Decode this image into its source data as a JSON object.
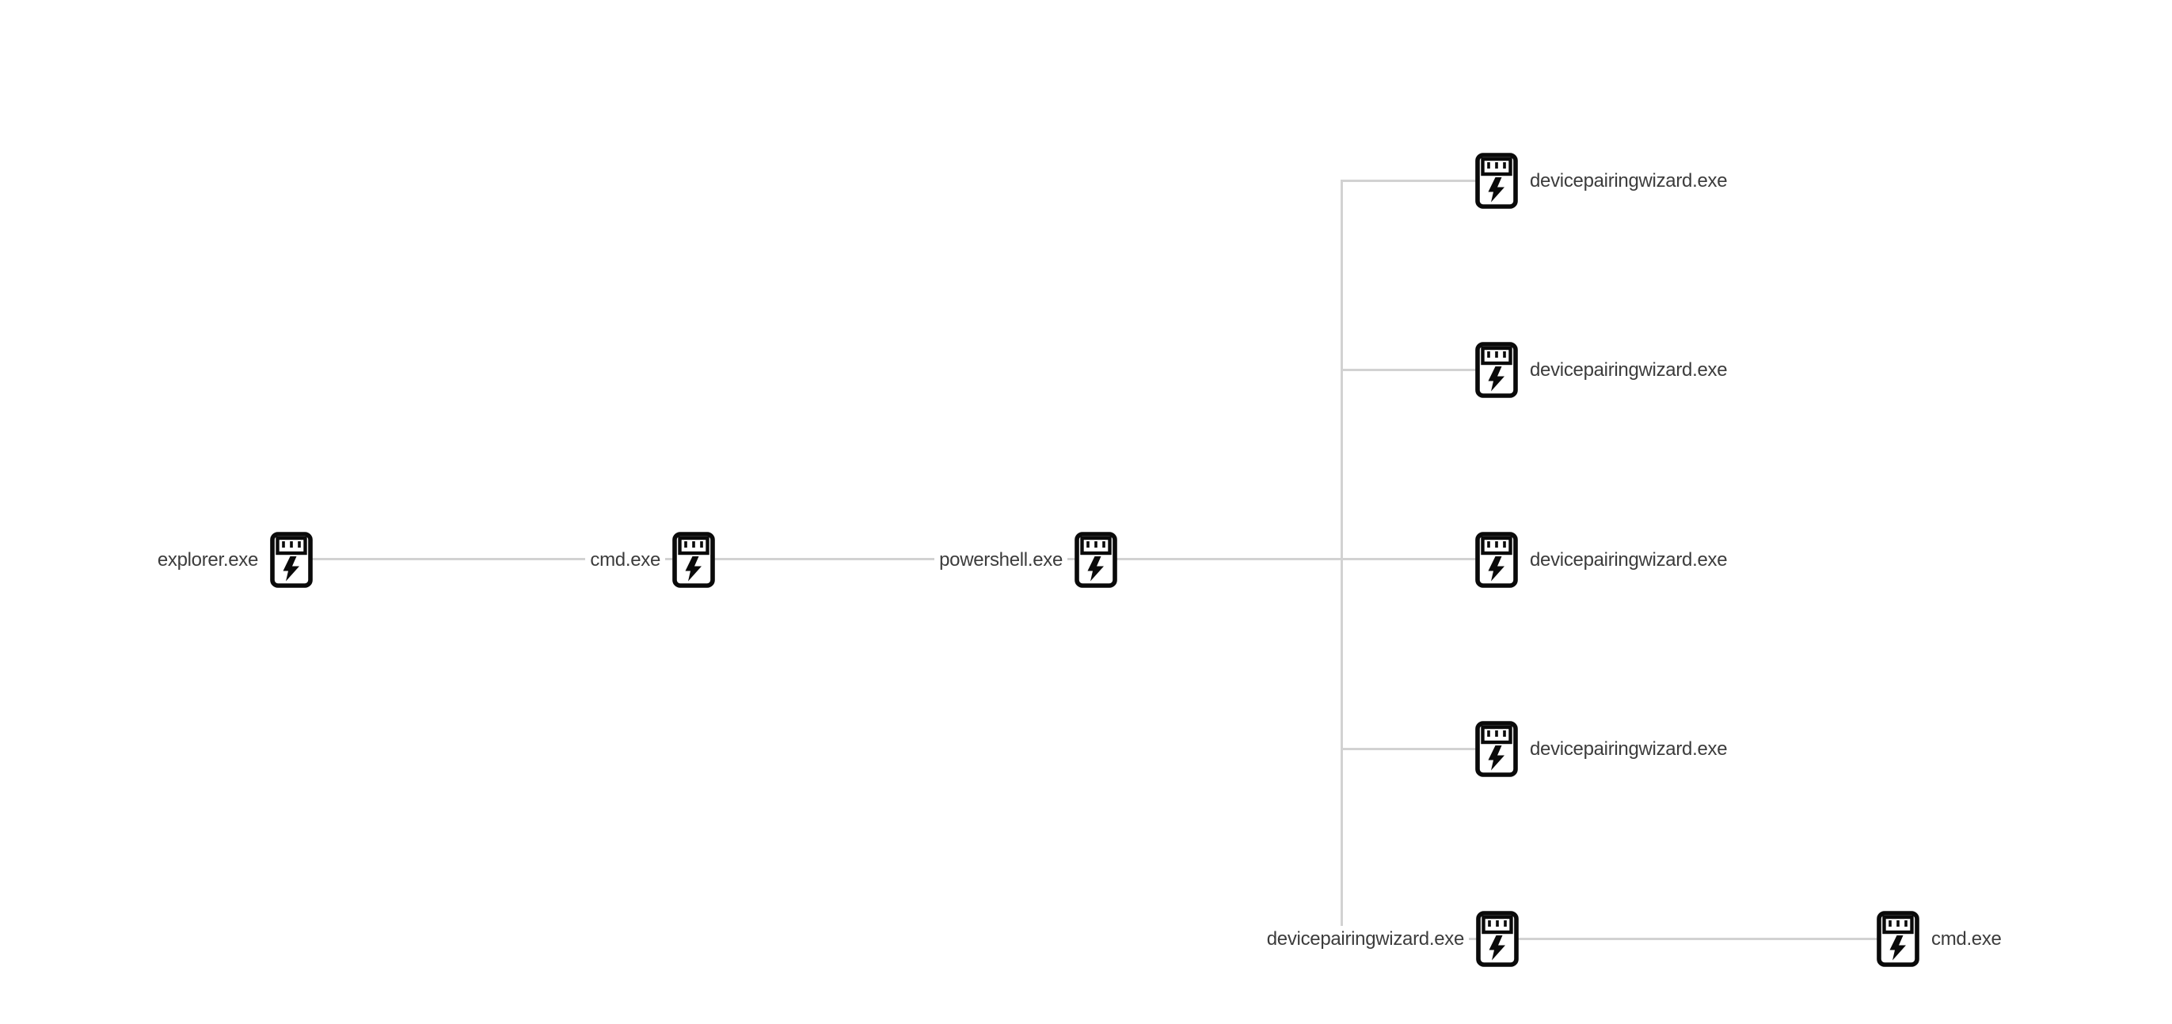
{
  "theme": {
    "edge-color": "#d2d2d2",
    "text-color": "#3c3c3c",
    "icon-color": "#0a0a0a",
    "bg-color": "#ffffff"
  },
  "tree": {
    "type": "process-tree",
    "icon_glyph": "executable-lightning-chip",
    "nodes": [
      {
        "label": "explorer.exe",
        "label_side": "left"
      },
      {
        "label": "cmd.exe",
        "label_side": "left"
      },
      {
        "label": "powershell.exe",
        "label_side": "left"
      },
      {
        "label": "devicepairingwizard.exe",
        "label_side": "right"
      },
      {
        "label": "devicepairingwizard.exe",
        "label_side": "right"
      },
      {
        "label": "devicepairingwizard.exe",
        "label_side": "right"
      },
      {
        "label": "devicepairingwizard.exe",
        "label_side": "right"
      },
      {
        "label": "devicepairingwizard.exe",
        "label_side": "left"
      },
      {
        "label": "cmd.exe",
        "label_side": "right"
      }
    ],
    "edges": [
      {
        "from": 0,
        "to": 1
      },
      {
        "from": 1,
        "to": 2
      },
      {
        "from": 2,
        "to": 3
      },
      {
        "from": 2,
        "to": 4
      },
      {
        "from": 2,
        "to": 5
      },
      {
        "from": 2,
        "to": 6
      },
      {
        "from": 2,
        "to": 7
      },
      {
        "from": 7,
        "to": 8
      }
    ]
  }
}
